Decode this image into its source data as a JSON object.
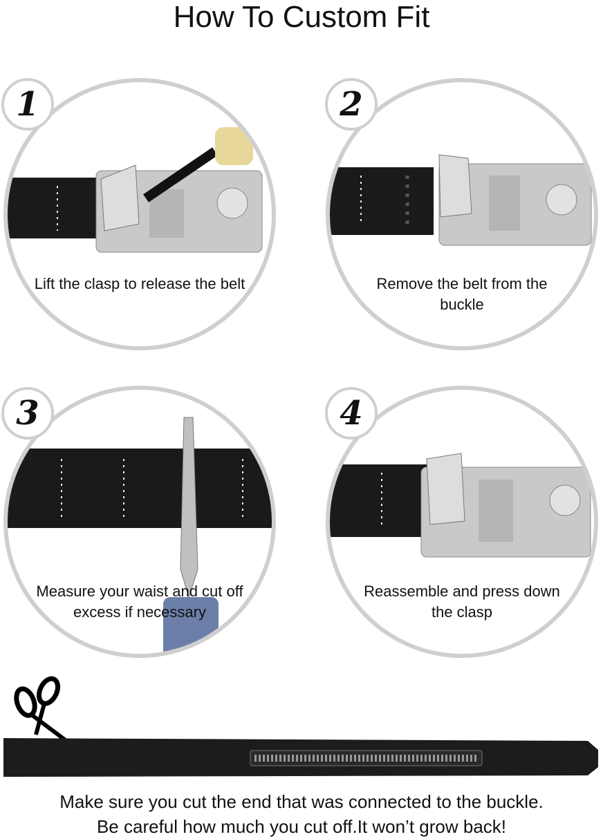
{
  "title": "How To Custom Fit",
  "steps": [
    {
      "number": "1",
      "caption": "Lift the clasp to release the belt"
    },
    {
      "number": "2",
      "caption": "Remove the belt from the buckle"
    },
    {
      "number": "3",
      "caption": "Measure your waist and cut off excess if necessary"
    },
    {
      "number": "4",
      "caption": "Reassemble and press down the clasp"
    }
  ],
  "footer": {
    "line1": "Make sure you cut the end that was connected to the buckle.",
    "line2": "Be careful how much you cut off.It won’t grow back!"
  },
  "colors": {
    "ring": "#cfcfcf",
    "belt": "#1a1a1a",
    "buckle": "#c8c8c8"
  }
}
